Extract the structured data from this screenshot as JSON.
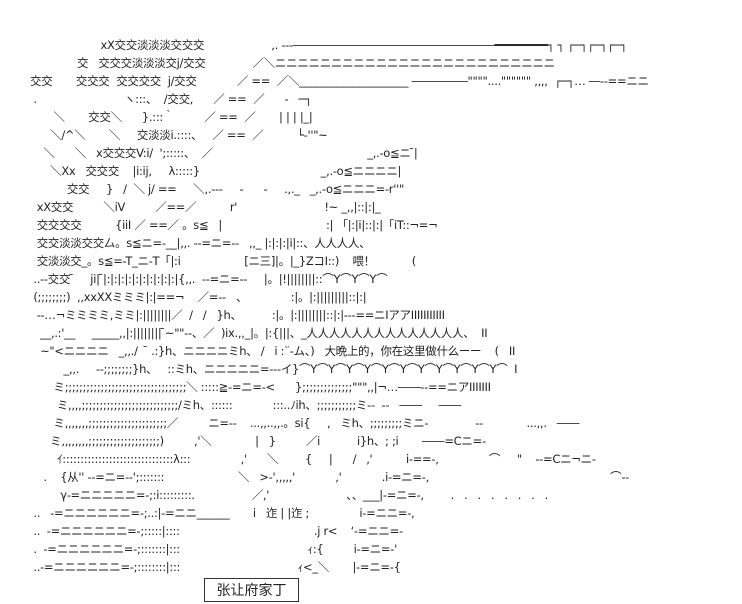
{
  "art_lines": [
    "                     xX交交淡淡淡交交交                    ,. ---――――――――――――――――――━━━━━━━━┐ ┐ ┌─┐┌─┐┌─┐",
    "              交   交交交淡淡淡交j/交交              ／＼ニニニニニニニニニニニニニニニニニニニニニニニニニ",
    "交交       交交交  交交交交  j/交交            ／ ==  ／＼____________________ ―――――\"\"\"\"....\"\"\"\"\"\" ,,,,  ┌─┐… ―‐‐==ニニ",
    " .                          ヽ:::、  /交交,      ／ ==  ／      ‐   ─┐",
    "       ＼       交交＼      }.:::｀         ／ ==  ／       | | | |_|",
    "      ＼/^＼       ＼     交淡淡i.::::、   ／ ==  ／          └‐''\"~",
    "    ＼      ＼   x交交交V:i/  ';:::::、  ／                                              _,.-o≦ニ ̄|",
    "      ＼Xx   交交交    |i:ij,     λ:::::}                                    _,.-o≦ニニニニ|",
    "           交交     }   /  ＼ j/ ==     ＼,.-‐‐     -      -     .,._   _,.-o≦ニニニ=-r''\"",
    "  xX交交         ＼iV         ／==／          r'                          !~ _,,|::|:|_",
    "  交交交交          {iiI ／ ==／ 。s≦   |                               :| 「|:|i|::|:|「iT::¬=¬",
    "  交交淡淡交交厶。s≦ニ=-__|,,. ‐‐=ニ=‐-   ,,_ |:|:|:|i|::、人人人人、",
    "  交淡淡交_。s≦=‐T_ニ‐T「|:i                   [ニ三]|。|_}ZコI::)    喂！           (",
    " ..‐‐交交 ̄     ji| ̄|:|:|:|:|:|:|:|:|:|:|{,,.  ‐‐=ニ=‐-     |。|!||||||||::⌒Y⌒Y⌒Y⌒",
    " (;;;;;;;;)  ,,xxXXミミミ|:|==¬    ／=‐-   、             :|。|:|||||||||::|:|",
    "  ‐‐…¬ミミミミ,ミミ|:||||||||／  /   /   }h、         :|。|:||||||||::|:|‐‐‐==ニIアアIIIIIIIIIII",
    "   __,.:'__     _____,,|:|||||||| ̄~\"\"‐‐、／  )ix.,,_|。|:{|||、_人人人人人人人人人人人人人人、  II",
    "   ~\"<ニニニニ   _,,./   ̄ .:}h、ニニニニミh、 /   i :¨‐ム、)   大晩上的，你在这里做什么ーー    (   II",
    "          _,,.     ‐‐;;;;;;;;}h、   ::ミh、ニニニニニ=‐‐‐イ}⌒Y⌒Y⌒Y⌒Y⌒Y⌒Y⌒Y⌒Y⌒Y⌒Y⌒Y⌒  I",
    "       ミ;;;;;;;;;;;;;;;;;;;;;;;;;;;;;;;;;;＼ :::::≧‐=ニ=‐<      };;;;;;;;;;;;;;\"\"\",,|¬…――‐‐==ニアIIIIIII",
    "        ミ,,,,;;;;;;;;;;;;;;;;;;;;;;;;;;;/ミh、::::::            :::..ﾉih、;;;;;;;;;;;ミ‐‐  ‐‐   ――     ――",
    "       ミ,,,,,,,;;;;;;;;;;;;;;;;;;;;;;／         ニ=‐‐    ...,,..,,.。si{     ,   ミh、;;;;;;;;;ミニ‐              ‐‐             ...,,.   ――",
    "      ミ,,,,,,,,;;;;;;;;;;;;;;;;;;;;)         ,'＼             |   }         ／i           i}h、; ;i       ――=Cニ=‐",
    "        ｲ:::::::::::::::::::::::::::::::λ:::               ,'      ＼        {     |      /   ,'          i‐==‐,               ⌒     \"    ‐‐=Cニ¬ニ‐",
    "    .    {从'' ‐‐=ニ=‐‐';:::::::                      ＼   >‐',,,,,'            ,'            .i‐=ニ=‐,                                                      ⌒‐‐",
    "         γ‐=ニニニニニ=‐;:i:::::::::.                 ／,'                       、、___|‐=ニ=‐,        .   .   .   .   .   .   .   .",
    " ..   ‐=ニニニニニニ=‐;..:|‐=ニニ______       i   迮 | |迮 ;               i‐=ニニ=‐,",
    " ..  ‐=ニニニニニニ=‐;:::::|::::                                        .j r<    ‘‐=ニニ=‐",
    " .  ‐=ニニニニニニ=‐;:::::::|:::                                      ｨ:{         i‐=ニ=‐'",
    " ..‐=ニニニニニニ=‐;::::::::|:::                                   ｨ<_＼       |‐=ニ=‐{"
  ],
  "label_box": "张让府家丁"
}
